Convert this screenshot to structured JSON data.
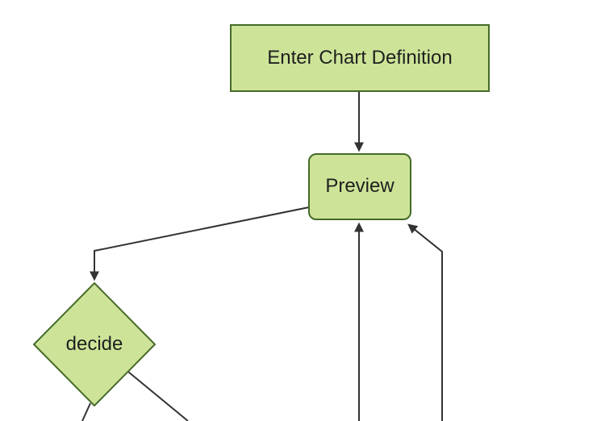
{
  "diagram": {
    "type": "flowchart",
    "direction": "top-down",
    "nodes": {
      "enter_chart_definition": {
        "label": "Enter Chart Definition",
        "shape": "rectangle"
      },
      "preview": {
        "label": "Preview",
        "shape": "rounded-rectangle"
      },
      "decide": {
        "label": "decide",
        "shape": "diamond"
      }
    },
    "edges": [
      {
        "from": "enter_chart_definition",
        "to": "preview",
        "arrow": true
      },
      {
        "from": "preview",
        "to": "decide",
        "arrow": true
      },
      {
        "from": "offscreen-bottom-center",
        "to": "preview",
        "arrow": true
      },
      {
        "from": "offscreen-bottom-right",
        "to": "preview",
        "arrow": true
      },
      {
        "from": "decide",
        "to": "offscreen-bottom-left",
        "arrow": false
      },
      {
        "from": "decide",
        "to": "offscreen-bottom-right",
        "arrow": false
      }
    ]
  },
  "colors": {
    "node_fill": "#cde498",
    "node_border": "#456b29",
    "edge": "#333333",
    "arrowhead": "#333333",
    "text": "#1f1f1f",
    "background": "#ffffff"
  }
}
